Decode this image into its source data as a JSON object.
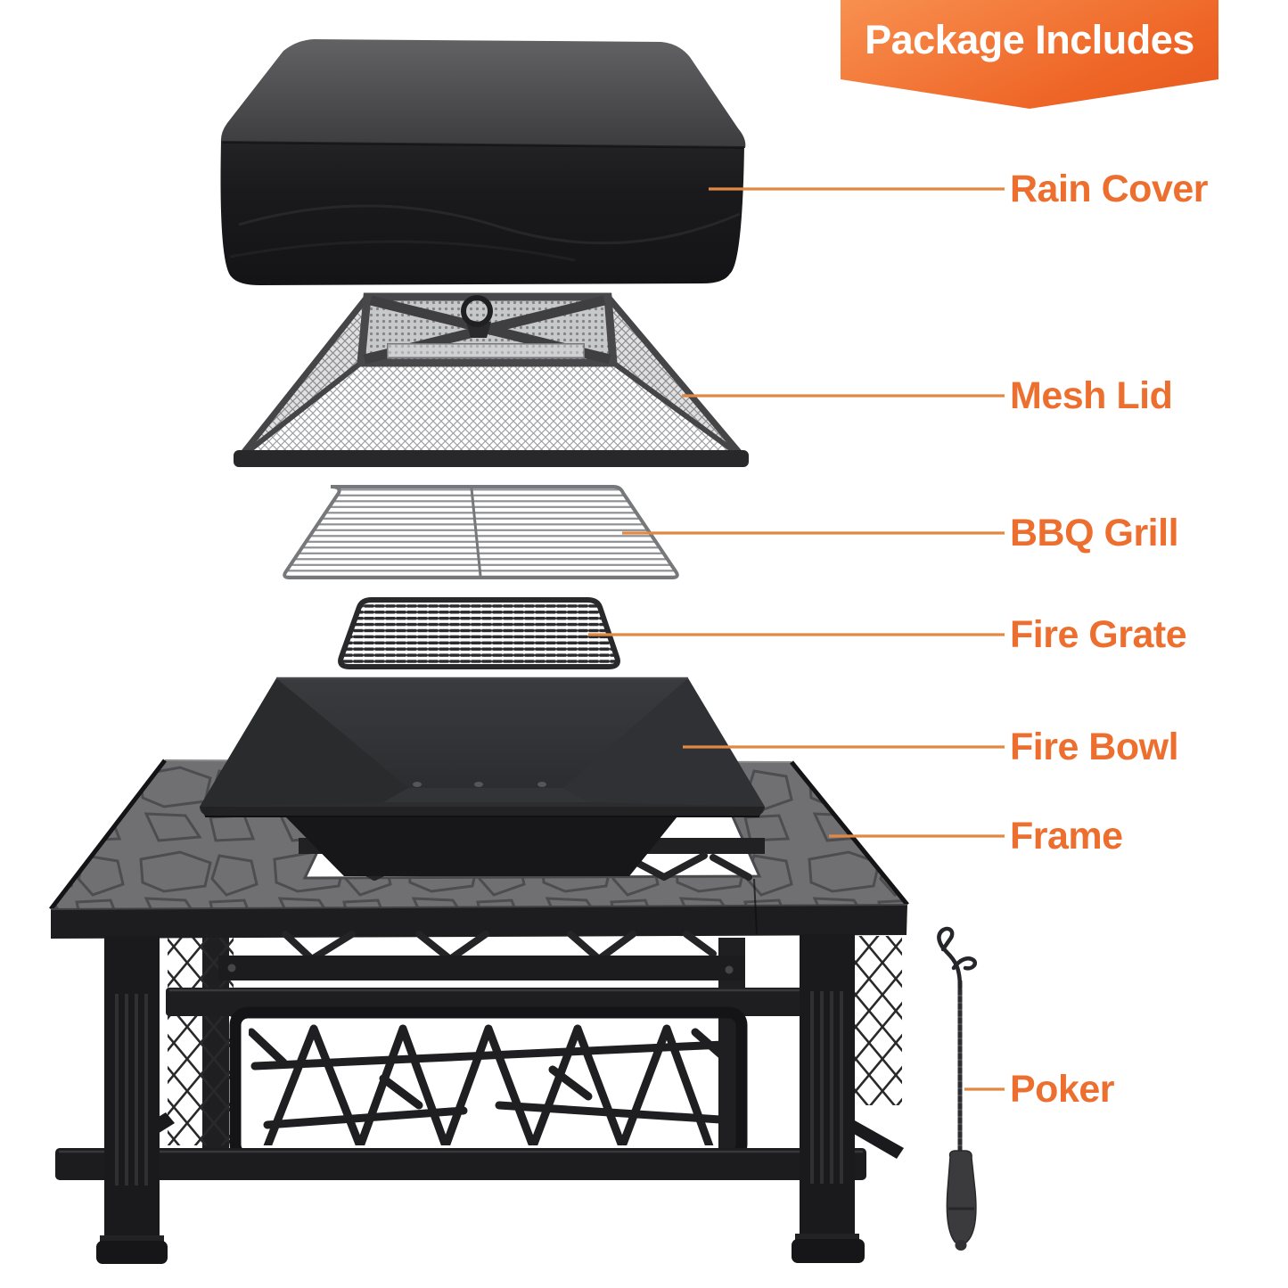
{
  "banner": {
    "label": "Package Includes"
  },
  "callouts": [
    {
      "id": "rain-cover",
      "label": "Rain Cover"
    },
    {
      "id": "mesh-lid",
      "label": "Mesh Lid"
    },
    {
      "id": "bbq-grill",
      "label": "BBQ Grill"
    },
    {
      "id": "fire-grate",
      "label": "Fire Grate"
    },
    {
      "id": "fire-bowl",
      "label": "Fire Bowl"
    },
    {
      "id": "frame",
      "label": "Frame"
    },
    {
      "id": "poker",
      "label": "Poker"
    }
  ],
  "colors": {
    "accent_text": "#ED6F2F",
    "callout_line": "#E08944",
    "banner_gradient_start": "#F89050",
    "banner_gradient_end": "#E75A1D",
    "background": "#FFFFFF",
    "product_black": "#1B1B1D",
    "table_top_gray": "#707073"
  }
}
